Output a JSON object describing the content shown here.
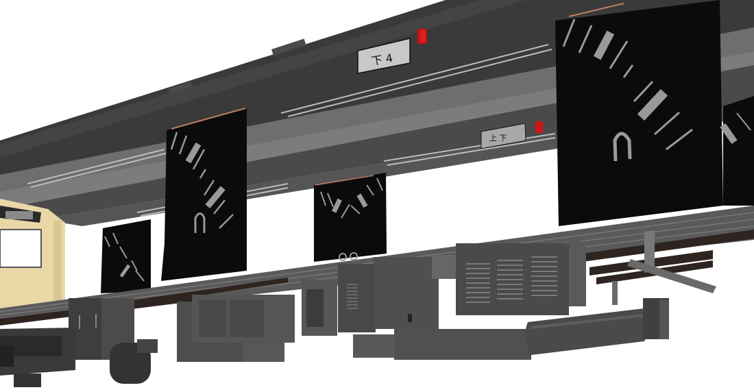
{
  "scene": {
    "type": "3d-render",
    "description": "Underside view of a train car model: roof/ceiling with destination plates, black numbered panels, underfloor equipment and bogie",
    "background": "#ffffff"
  },
  "plates": [
    {
      "id": "plate-upper",
      "text": "下 4"
    },
    {
      "id": "plate-lower",
      "text": "上 下"
    }
  ],
  "colors": {
    "roof_dark": "#3c3c3c",
    "roof_mid": "#555555",
    "roof_light": "#7a7a7a",
    "panel_black": "#0b0b0b",
    "panel_mark": "#9a9a9a",
    "panel_edge": "#c08060",
    "car_body_cream": "#e9d7a6",
    "equipment_gray": "#4a4a4a",
    "beam_brown": "#2e2420",
    "lamp_red": "#cc1111",
    "plate_bg": "#c8c8c8"
  }
}
